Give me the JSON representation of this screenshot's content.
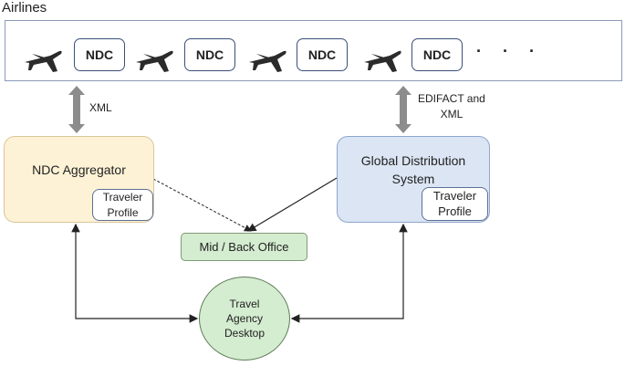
{
  "airlines": {
    "title": "Airlines",
    "ndc_label": "NDC",
    "ellipsis": "· · ·"
  },
  "links": {
    "xml_label": "XML",
    "edifact_label_line1": "EDIFACT and",
    "edifact_label_line2": "XML"
  },
  "nodes": {
    "ndc_aggregator": "NDC Aggregator",
    "gds_line1": "Global Distribution",
    "gds_line2": "System",
    "traveler_profile_line1": "Traveler",
    "traveler_profile_line2": "Profile",
    "mid_back_office": "Mid / Back Office",
    "travel_agency_desktop": "Travel\nAgency\nDesktop"
  },
  "colors": {
    "aggregator_fill": "#fdf2d6",
    "gds_fill": "#dbe5f3",
    "green_fill": "#d4ecd0",
    "arrow_gray": "#8c8c8c",
    "plane_dark": "#2b2b2b"
  },
  "icons": [
    "airplane-icon"
  ]
}
